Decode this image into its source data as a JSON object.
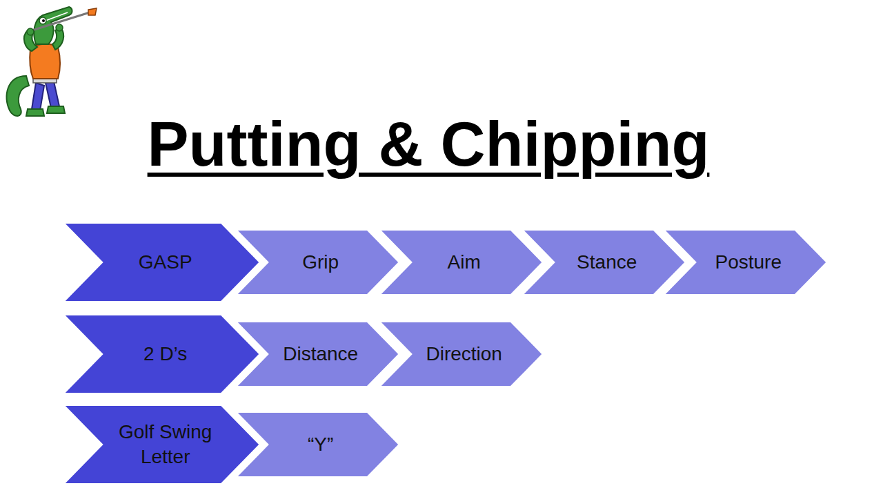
{
  "diagram": {
    "title": "Putting & Chipping",
    "nodes": [
      {
        "text": [
          "GASP"
        ]
      },
      {
        "text": [
          "Grip"
        ]
      },
      {
        "text": [
          "Aim"
        ]
      },
      {
        "text": [
          "Stance"
        ]
      },
      {
        "text": [
          "Posture"
        ]
      },
      {
        "text": [
          "2 D’s"
        ]
      },
      {
        "text": [
          "Distance"
        ]
      },
      {
        "text": [
          "Direction"
        ]
      },
      {
        "text": [
          "Golf Swing Letter"
        ]
      },
      {
        "text": [
          "“Y”"
        ]
      }
    ]
  }
}
